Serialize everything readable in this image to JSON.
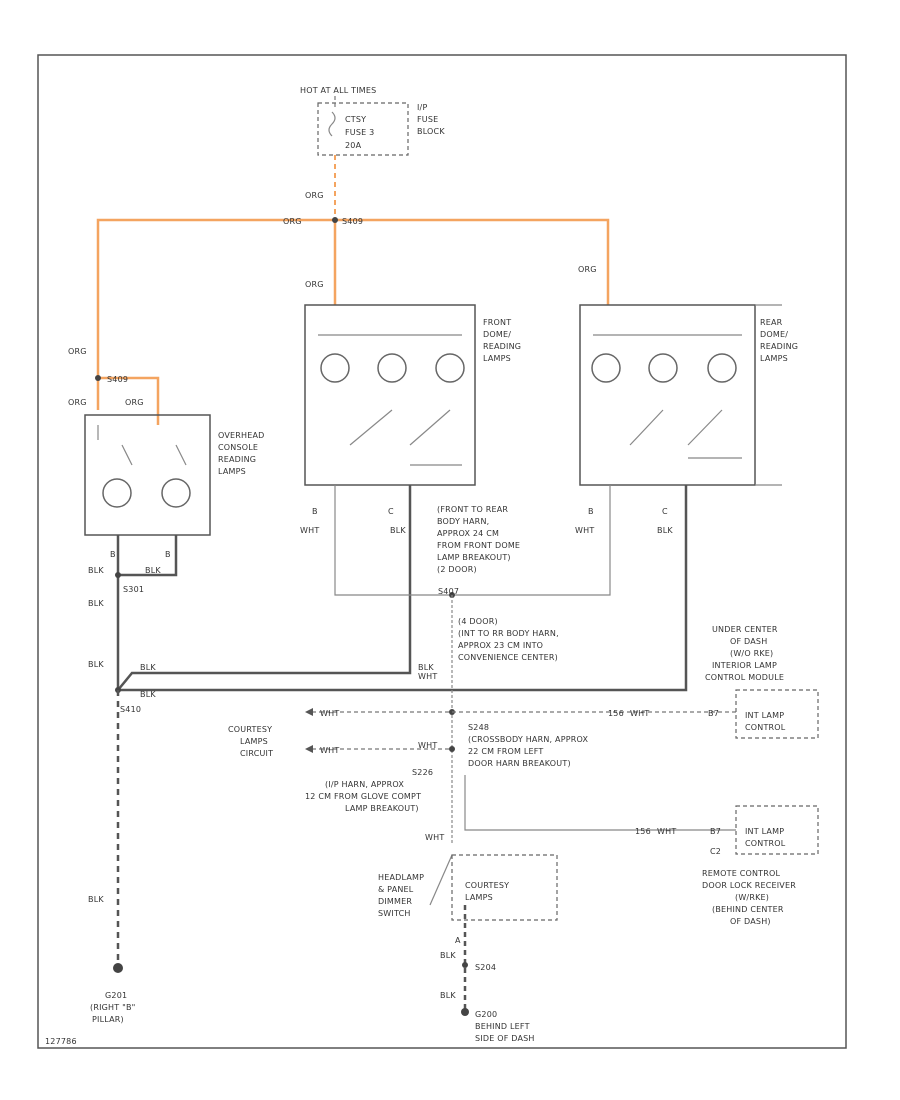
{
  "labels": {
    "hot_in_run": "HOT AT ALL TIMES",
    "fuse_name": "CTSY",
    "fuse_num": "FUSE 3",
    "fuse_amp": "20A",
    "fuse_block_1": "I/P",
    "fuse_block_2": "FUSE",
    "fuse_block_3": "BLOCK",
    "org": "ORG",
    "blk": "BLK",
    "wht": "WHT",
    "s_org_top": "S409",
    "s_org_left": "S409",
    "front_dome_1": "FRONT",
    "front_dome_2": "DOME/",
    "front_dome_3": "READING",
    "front_dome_4": "LAMPS",
    "rear_dome_1": "REAR",
    "rear_dome_2": "DOME/",
    "rear_dome_3": "READING",
    "rear_dome_4": "LAMPS",
    "overhead_1": "OVERHEAD",
    "overhead_2": "CONSOLE",
    "overhead_3": "READING",
    "overhead_4": "LAMPS",
    "pin_b": "B",
    "pin_c": "C",
    "pin_a": "A",
    "s301": "S301",
    "s410": "S410",
    "s_blk_top": "S410",
    "front_rear_1": "(FRONT TO REAR",
    "front_rear_2": "BODY HARN,",
    "front_rear_3": "APPROX 24 CM",
    "front_rear_4": "FROM FRONT DOME",
    "front_rear_5": "LAMP BREAKOUT)",
    "front_rear_6": "(2 DOOR)",
    "s407": "S407",
    "four_door_1": "(4 DOOR)",
    "four_door_2": "(INT TO RR BODY HARN,",
    "four_door_3": "APPROX 23 CM INTO",
    "four_door_4": "CONVENIENCE CENTER)",
    "under_center_1": "UNDER CENTER",
    "under_center_2": "OF DASH",
    "under_center_3": "(W/O RKE)",
    "under_center_4": "INTERIOR LAMP",
    "under_center_5": "CONTROL MODULE",
    "courtesy_circuit_1": "COURTESY",
    "courtesy_circuit_2": "LAMPS",
    "courtesy_circuit_3": "CIRCUIT",
    "wire_156": "156",
    "b7": "B7",
    "c2": "C2",
    "int_lamp_1": "INT LAMP",
    "int_lamp_2": "CONTROL",
    "s248": "S248",
    "s248_note_1": "(CROSSBODY HARN, APPROX",
    "s248_note_2": "22 CM FROM LEFT",
    "s248_note_3": "DOOR HARN BREAKOUT)",
    "s226": "S226",
    "s226_note_1": "(I/P HARN, APPROX",
    "s226_note_2": "12 CM FROM GLOVE COMPT",
    "s226_note_3": "LAMP BREAKOUT)",
    "remote_1": "REMOTE CONTROL",
    "remote_2": "DOOR LOCK RECEIVER",
    "remote_3": "(W/RKE)",
    "remote_4": "(BEHIND CENTER",
    "remote_5": "OF DASH)",
    "headlamp_1": "HEADLAMP",
    "headlamp_2": "& PANEL",
    "headlamp_3": "DIMMER",
    "headlamp_4": "SWITCH",
    "courtesy_sw_1": "COURTESY",
    "courtesy_sw_2": "LAMPS",
    "s204": "S204",
    "g200": "G200",
    "g200_note_1": "BEHIND LEFT",
    "g200_note_2": "SIDE OF DASH",
    "g201": "G201",
    "g201_note_1": "(RIGHT \"B\"",
    "g201_note_2": "PILLAR)",
    "diagram_code": "127786"
  },
  "colors": {
    "wire_black": "#555555",
    "wire_orange": "#f4a460"
  }
}
